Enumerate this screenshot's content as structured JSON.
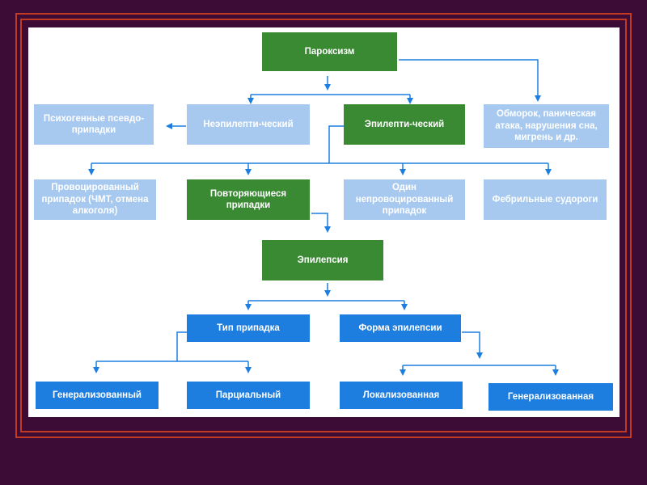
{
  "diagram": {
    "nodes": {
      "paroxysm": "Пароксизм",
      "psychogenic": "Психогенные псевдо-припадки",
      "nonepileptic": "Неэпилепти-ческий",
      "epileptic": "Эпилепти-ческий",
      "syncope": "Обморок, паническая атака, нарушения сна, мигрень и др.",
      "provoked": "Провоцированный припадок (ЧМТ, отмена алкоголя)",
      "recurring": "Повторяющиеся припадки",
      "single_unprovoked": "Один непровоцированный припадок",
      "febrile": "Фебрильные судороги",
      "epilepsy": "Эпилепсия",
      "seizure_type": "Тип припадка",
      "epilepsy_form": "Форма эпилепсии",
      "generalized_m": "Генерализованный",
      "partial": "Парциальный",
      "localized": "Локализованная",
      "generalized_f": "Генерализованная"
    },
    "colors": {
      "background": "#3c0b36",
      "frame": "#c23a22",
      "green": "#3a8a33",
      "light_blue": "#a7c9f0",
      "blue": "#1d7ee0",
      "arrow": "#1d7ee0"
    }
  }
}
